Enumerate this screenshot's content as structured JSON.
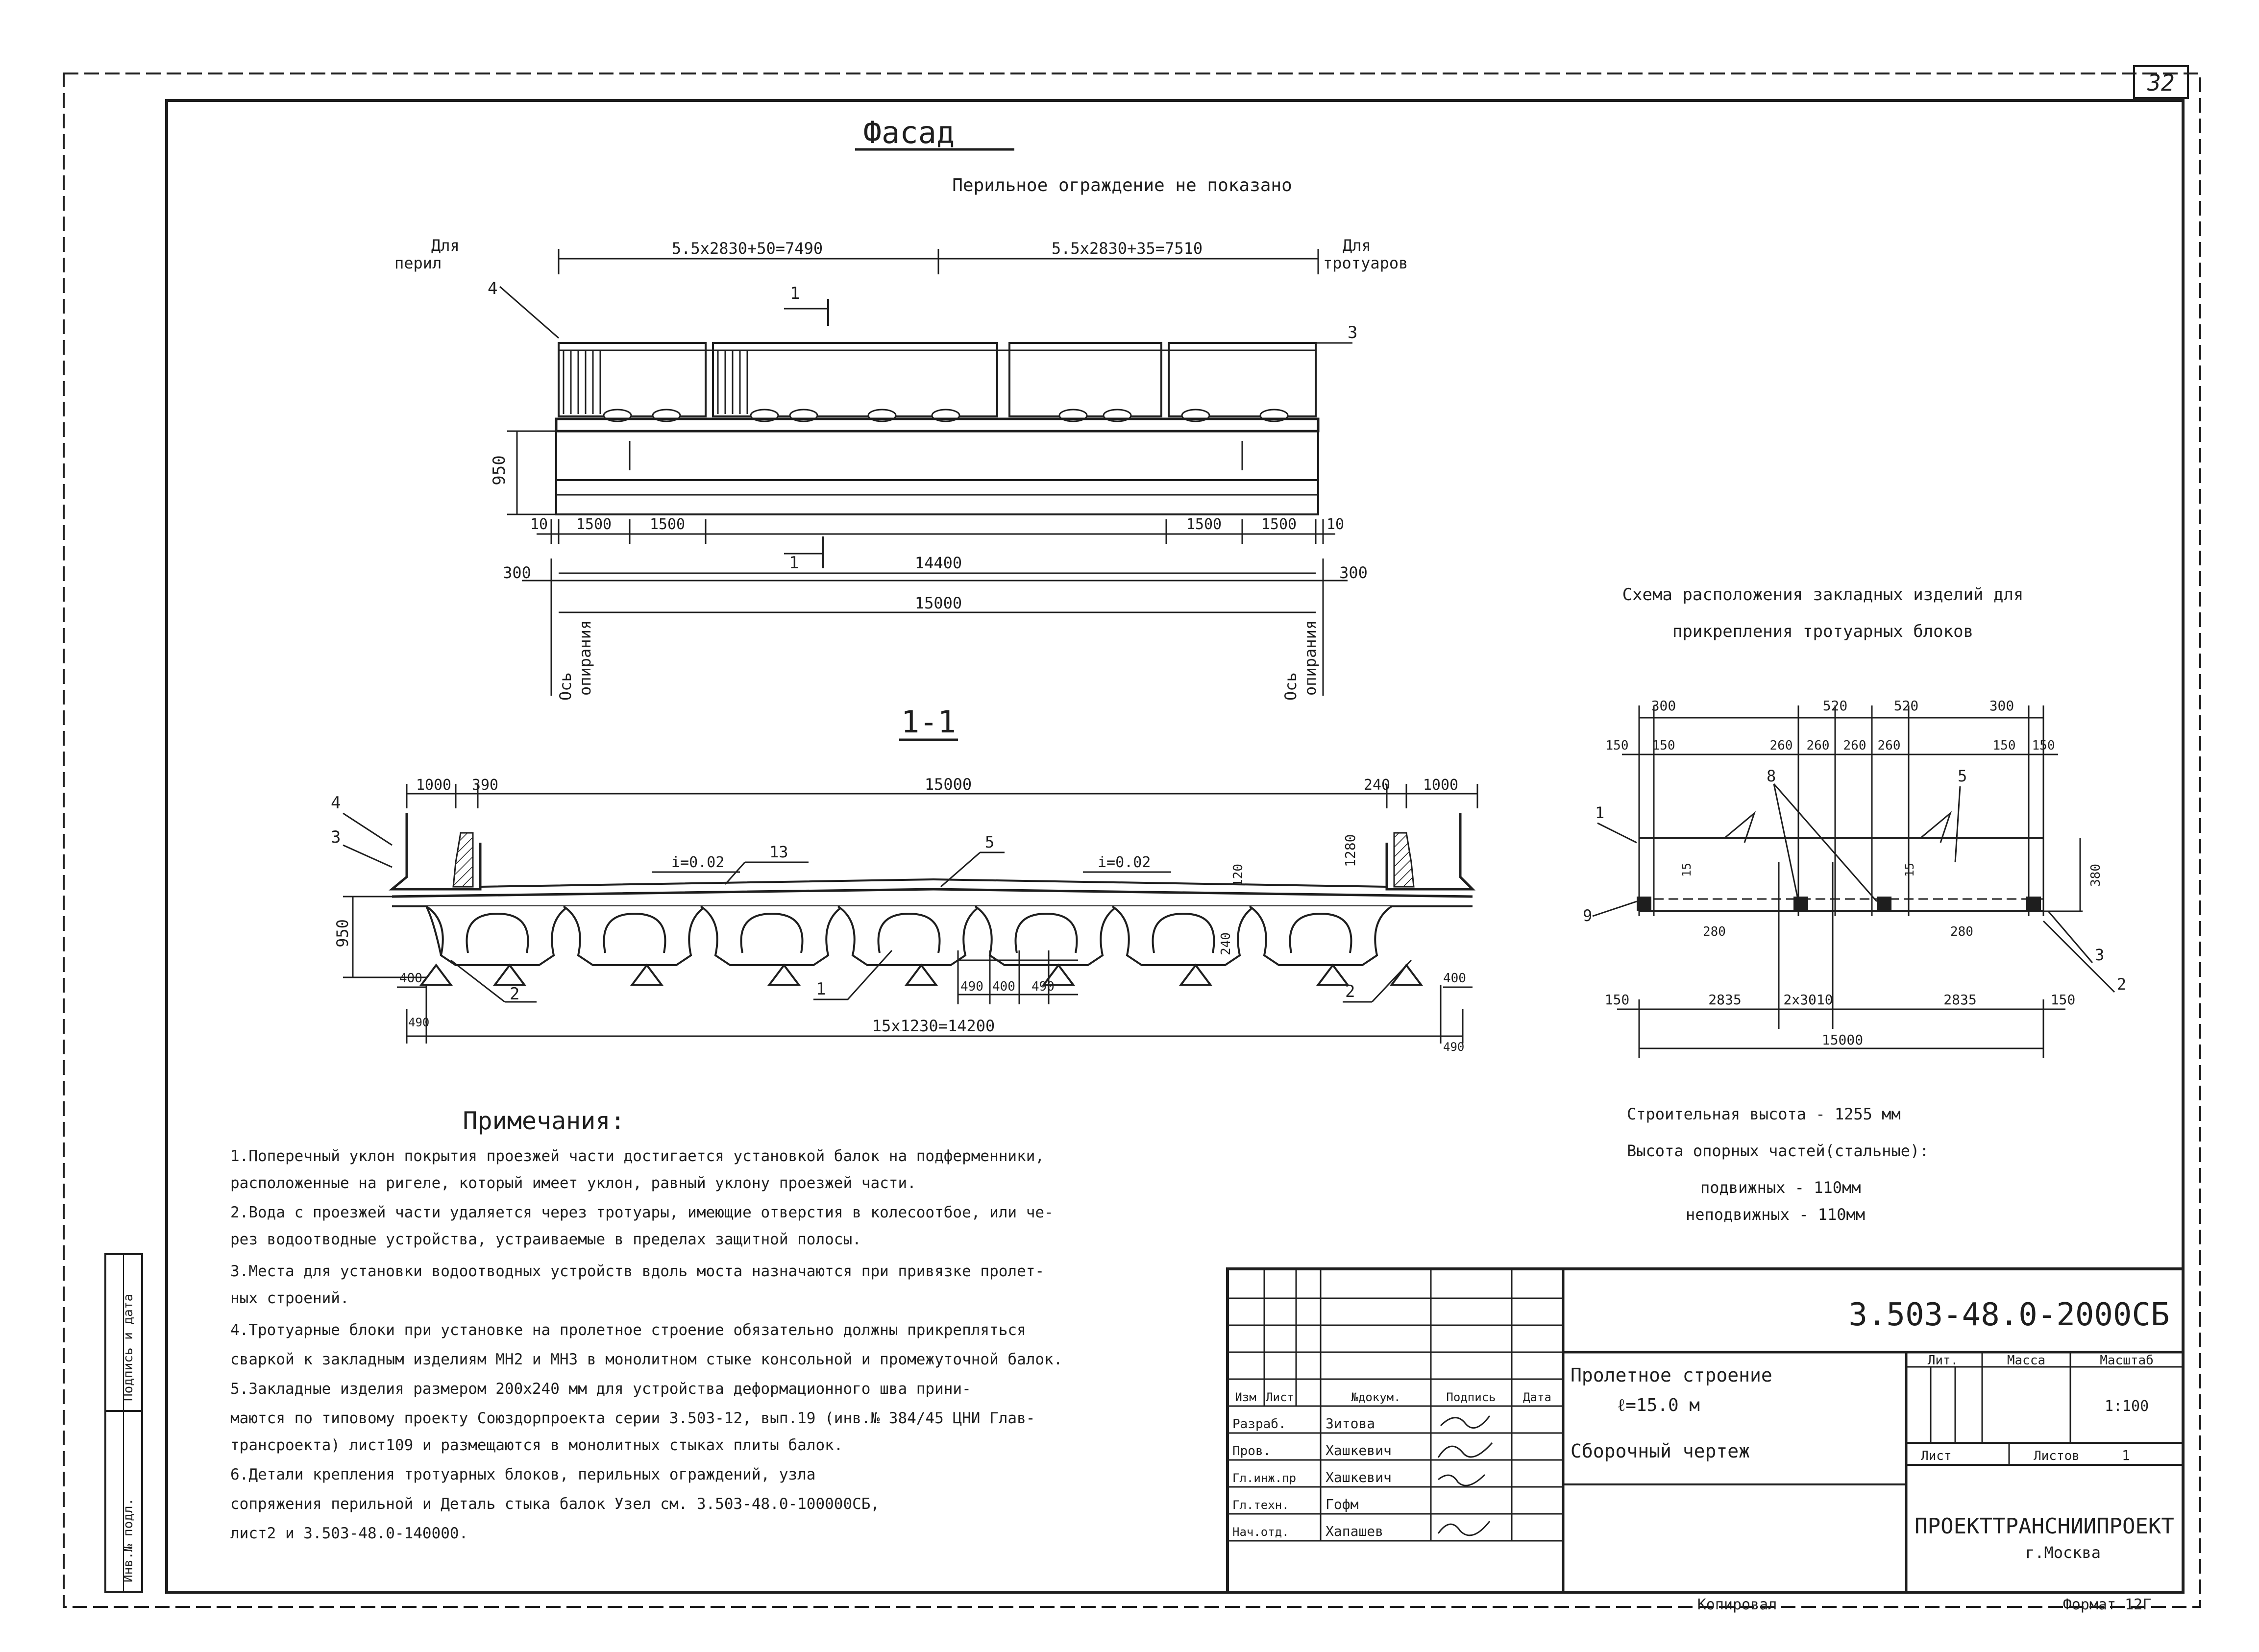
{
  "sheet": {
    "number": "32"
  },
  "facade": {
    "title": "Фасад",
    "subtitle": "Перильное ограждение не показано",
    "left_label": [
      "Для",
      "перил"
    ],
    "right_label": [
      "Для",
      "тротуаров"
    ],
    "top_dim_left": "5.5х2830+50=7490",
    "top_dim_right": "5.5х2830+35=7510",
    "height": "950",
    "dims_left": [
      "10",
      "1500",
      "1500"
    ],
    "dims_right": [
      "1500",
      "1500",
      "10"
    ],
    "span_inner": "14400",
    "span_outer": "15000",
    "end": "300",
    "axis_left": [
      "Ось",
      "опирания"
    ],
    "axis_right": [
      "Ось",
      "опирания"
    ],
    "callouts": {
      "railing": "4",
      "walkway": "3",
      "section_mark": "1"
    }
  },
  "section": {
    "title": "1-1",
    "width": "15000",
    "left_dims": [
      "1000",
      "390"
    ],
    "right_dims": [
      "240",
      "1000"
    ],
    "slope_left": "i=0.02",
    "slope_right": "i=0.02",
    "height": "950",
    "curb": "1280",
    "bottom": "15х1230=14200",
    "beam_dims": [
      "490",
      "400",
      "490"
    ],
    "end_dims": [
      "400",
      "400",
      "490",
      "490"
    ],
    "small_dims": [
      "120",
      "240"
    ],
    "callouts": [
      "4",
      "3",
      "13",
      "5",
      "2",
      "1",
      "2"
    ]
  },
  "embed": {
    "title_l1": "Схема расположения закладных изделий для",
    "title_l2": "прикрепления тротуарных блоков",
    "top_dims": [
      "300",
      "520",
      "520",
      "300"
    ],
    "mid_dims": [
      "150",
      "150",
      "260",
      "260",
      "260",
      "260",
      "150",
      "150"
    ],
    "height": "380",
    "bottom_dims": [
      "150",
      "2835",
      "2х3010",
      "2835",
      "150"
    ],
    "total": "15000",
    "inner_dims": [
      "15",
      "280",
      "15",
      "280"
    ],
    "callouts": [
      "1",
      "8",
      "5",
      "9",
      "3",
      "2"
    ],
    "note1": "Строительная высота - 1255 мм",
    "note2": "Высота опорных частей(стальные):",
    "note3": "подвижных - 110мм",
    "note4": "неподвижных - 110мм"
  },
  "notes": {
    "title": "Примечания:",
    "lines": [
      "1.Поперечный уклон покрытия проезжей части достигается установкой балок на подферменники,",
      "расположенные на ригеле, который имеет уклон, равный уклону проезжей части.",
      "2.Вода с проезжей части удаляется через тротуары, имеющие отверстия в колесоотбое, или че-",
      "рез водоотводные устройства, устраиваемые в пределах защитной полосы.",
      "3.Места для установки водоотводных устройств вдоль моста назначаются при привязке пролет-",
      "ных строений.",
      "4.Тротуарные блоки при установке на пролетное строение обязательно должны прикрепляться",
      "сваркой к закладным изделиям МН2 и МН3 в монолитном стыке консольной и промежуточной балок.",
      "5.Закладные изделия размером 200х240 мм для устройства деформационного шва прини-",
      "маются по типовому проекту Союздорпроекта серии 3.503-12, вып.19 (инв.№ 384/45 ЦНИ Глав-",
      "трансроекта) лист109 и размещаются в монолитных стыках плиты балок.",
      "6.Детали крепления тротуарных блоков, перильных ограждений, узла",
      "сопряжения перильной и Деталь стыка балок Узел см. 3.503-48.0-100000СБ,",
      "лист2 и 3.503-48.0-140000."
    ]
  },
  "side_stamp": [
    "Инв.№ подл.",
    "Подпись и дата"
  ],
  "title_block": {
    "code": "3.503-48.0-2000СБ",
    "headers": [
      "Изм",
      "Лист",
      "№докум.",
      "Подпись",
      "Дата"
    ],
    "rows": [
      [
        "Разраб.",
        "Зитова"
      ],
      [
        "Пров.",
        "Хашкевич"
      ],
      [
        "Гл.инж.пр",
        "Хашкевич"
      ],
      [
        "Гл.техн.",
        "Гофм"
      ],
      [
        "Нач.отд.",
        "Хапашев"
      ]
    ],
    "name_l1": "Пролетное строение",
    "name_l2": "ℓ=15.0 м",
    "doc_type": "Сборочный чертеж",
    "lit_label": "Лит.",
    "mass_label": "Масса",
    "scale_label": "Масштаб",
    "scale": "1:100",
    "sheet_label": "Лист",
    "sheets_label": "Листов",
    "sheets_value": "1",
    "org": "ПРОЕКТТРАНСНИИПРОЕКТ",
    "city": "г.Москва"
  },
  "footer": {
    "copied": "Копировал",
    "format": "Формат 12Г"
  }
}
